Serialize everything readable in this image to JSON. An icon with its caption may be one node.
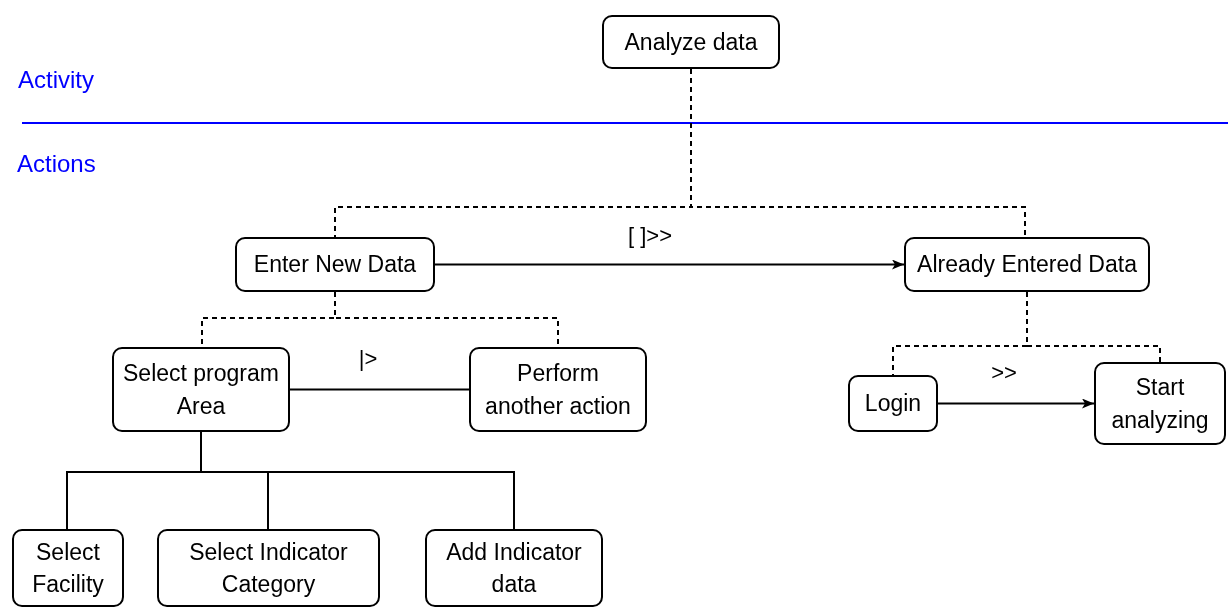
{
  "diagram": {
    "nodes": [
      {
        "text": [
          "Analyze data"
        ]
      },
      {
        "text": [
          "Enter New Data"
        ]
      },
      {
        "text": [
          "Already Entered Data"
        ]
      },
      {
        "text": [
          "Select program Area"
        ]
      },
      {
        "text": [
          "Perform another action"
        ]
      },
      {
        "text": [
          "Login"
        ]
      },
      {
        "text": [
          "Start analyzing"
        ]
      },
      {
        "text": [
          "Select Facility"
        ]
      },
      {
        "text": [
          "Select Indicator Category"
        ]
      },
      {
        "text": [
          "Add Indicator data"
        ]
      }
    ],
    "edges": [
      {
        "from": 0,
        "to": 1,
        "arrow": "none",
        "style": "dashed"
      },
      {
        "from": 0,
        "to": 2,
        "arrow": "none",
        "style": "dashed"
      },
      {
        "from": 1,
        "to": 2,
        "arrow": "to",
        "label": "[ ]>>"
      },
      {
        "from": 1,
        "to": 3,
        "arrow": "none",
        "style": "dashed"
      },
      {
        "from": 1,
        "to": 4,
        "arrow": "none",
        "style": "dashed"
      },
      {
        "from": 3,
        "to": 4,
        "arrow": "none",
        "label": "|>"
      },
      {
        "from": 2,
        "to": 5,
        "arrow": "none",
        "style": "dashed"
      },
      {
        "from": 2,
        "to": 6,
        "arrow": "none",
        "style": "dashed"
      },
      {
        "from": 5,
        "to": 6,
        "arrow": "to",
        "label": ">>"
      },
      {
        "from": 3,
        "to": 7,
        "arrow": "none"
      },
      {
        "from": 3,
        "to": 8,
        "arrow": "none"
      },
      {
        "from": 3,
        "to": 9,
        "arrow": "none"
      }
    ],
    "labels": [
      "Activity",
      "Actions"
    ]
  }
}
